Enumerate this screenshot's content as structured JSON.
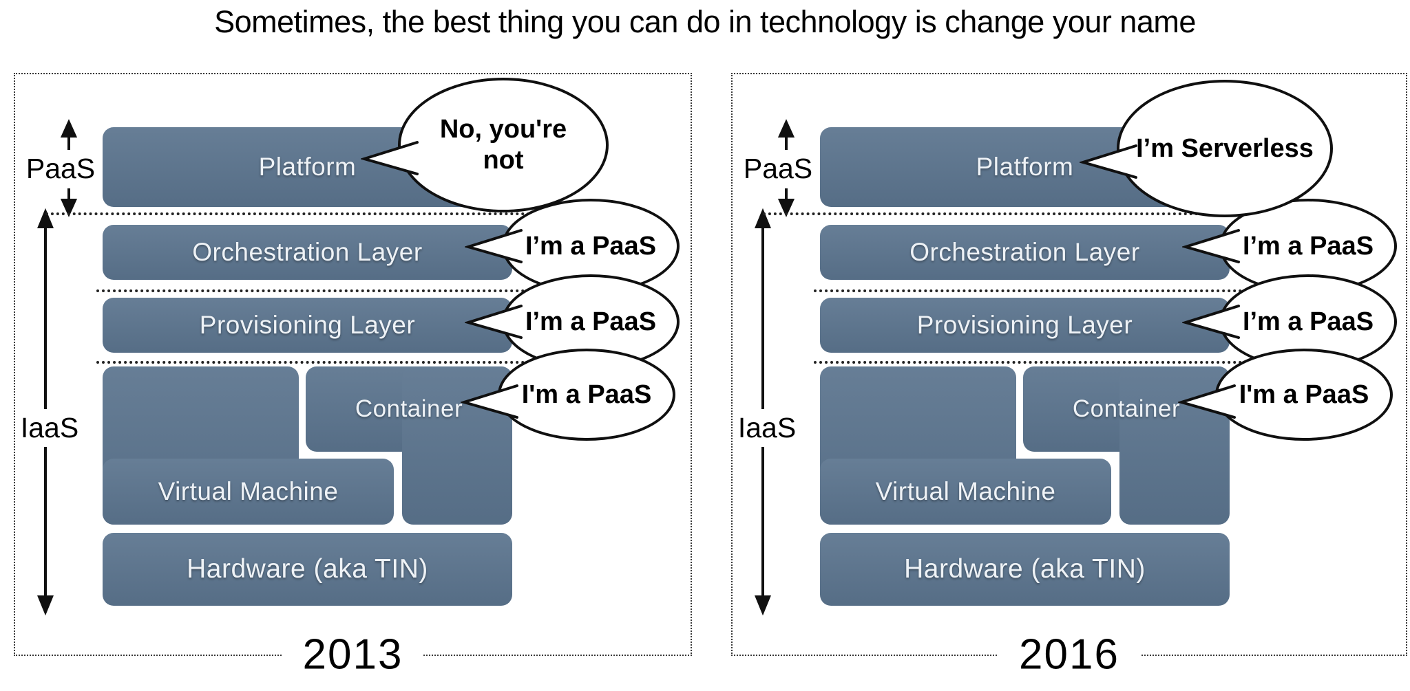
{
  "title": "Sometimes, the best thing you can do in technology is change your name",
  "colors": {
    "layer_fill": "#5b748e",
    "layer_text": "#eef2f6",
    "bubble_outline": "#101010",
    "bubble_fill": "#ffffff",
    "line_color": "#222222"
  },
  "panels": [
    {
      "year": "2013",
      "scope_labels": {
        "paas": "PaaS",
        "iaas": "IaaS"
      },
      "layers": {
        "platform": "Platform",
        "orchestration": "Orchestration Layer",
        "provisioning": "Provisioning Layer",
        "container": "Container",
        "virtual_machine": "Virtual Machine",
        "hardware": "Hardware (aka TIN)"
      },
      "bubbles": {
        "platform_line1": "No, you're",
        "platform_line2": "not",
        "orchestration": "I’m a PaaS",
        "provisioning": "I’m a PaaS",
        "container": "I'm a PaaS"
      }
    },
    {
      "year": "2016",
      "scope_labels": {
        "paas": "PaaS",
        "iaas": "IaaS"
      },
      "layers": {
        "platform": "Platform",
        "orchestration": "Orchestration Layer",
        "provisioning": "Provisioning Layer",
        "container": "Container",
        "virtual_machine": "Virtual Machine",
        "hardware": "Hardware (aka TIN)"
      },
      "bubbles": {
        "platform_line1": "I’m Serverless",
        "platform_line2": "",
        "orchestration": "I’m a PaaS",
        "provisioning": "I’m a PaaS",
        "container": "I'm a PaaS"
      }
    }
  ]
}
